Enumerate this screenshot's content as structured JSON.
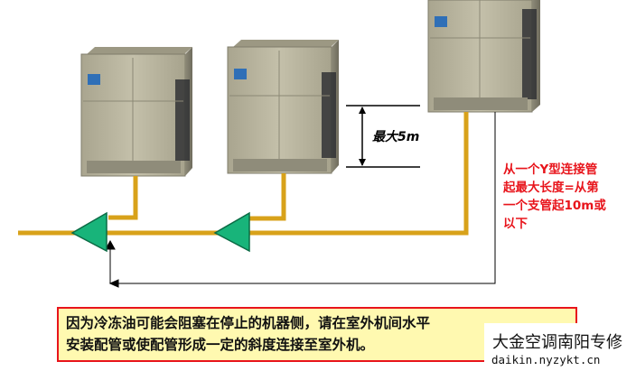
{
  "colors": {
    "pipe": "#d8a21a",
    "arrow_fill": "#18b47a",
    "arrow_stroke": "#0b6b45",
    "note_text": "#e8141b",
    "note_box_fill": "#fff9b0",
    "note_box_border": "#e8141b",
    "unit_body": "#b5b19c"
  },
  "height_label": "最大5m",
  "side_note": {
    "lines": [
      "从一个Y型连接管",
      "起最大长度=从第",
      "一个支管起10m或",
      "以下"
    ]
  },
  "bottom_note": {
    "lines": [
      "因为冷冻油可能会阻塞在停止的机器侧，请在室外机间水平",
      "安装配管或使配管形成一定的斜度连接至室外机。"
    ]
  },
  "watermark": {
    "title": "大金空调南阳专修",
    "url": "daikin.nyzykt.cn"
  },
  "units": [
    {
      "name": "outdoor-unit-1",
      "brand_icon": "daikin-logo-icon"
    },
    {
      "name": "outdoor-unit-2",
      "brand_icon": "daikin-logo-icon"
    },
    {
      "name": "outdoor-unit-3",
      "brand_icon": "daikin-logo-icon"
    }
  ]
}
